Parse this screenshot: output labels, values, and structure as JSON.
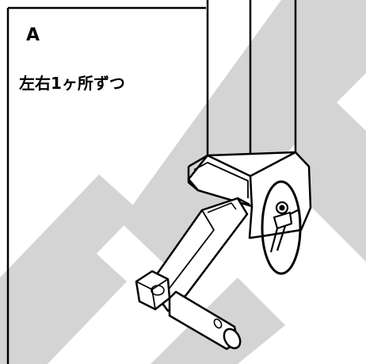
{
  "figure": {
    "label": "A",
    "caption": "左右1ヶ所ずつ"
  },
  "colors": {
    "line": "#000000",
    "paper": "#ffffff",
    "watermark": "#d4d4d4"
  },
  "icons": {
    "watermark": "watermark-chevron-shape",
    "highlight": "ellipse-highlight"
  }
}
